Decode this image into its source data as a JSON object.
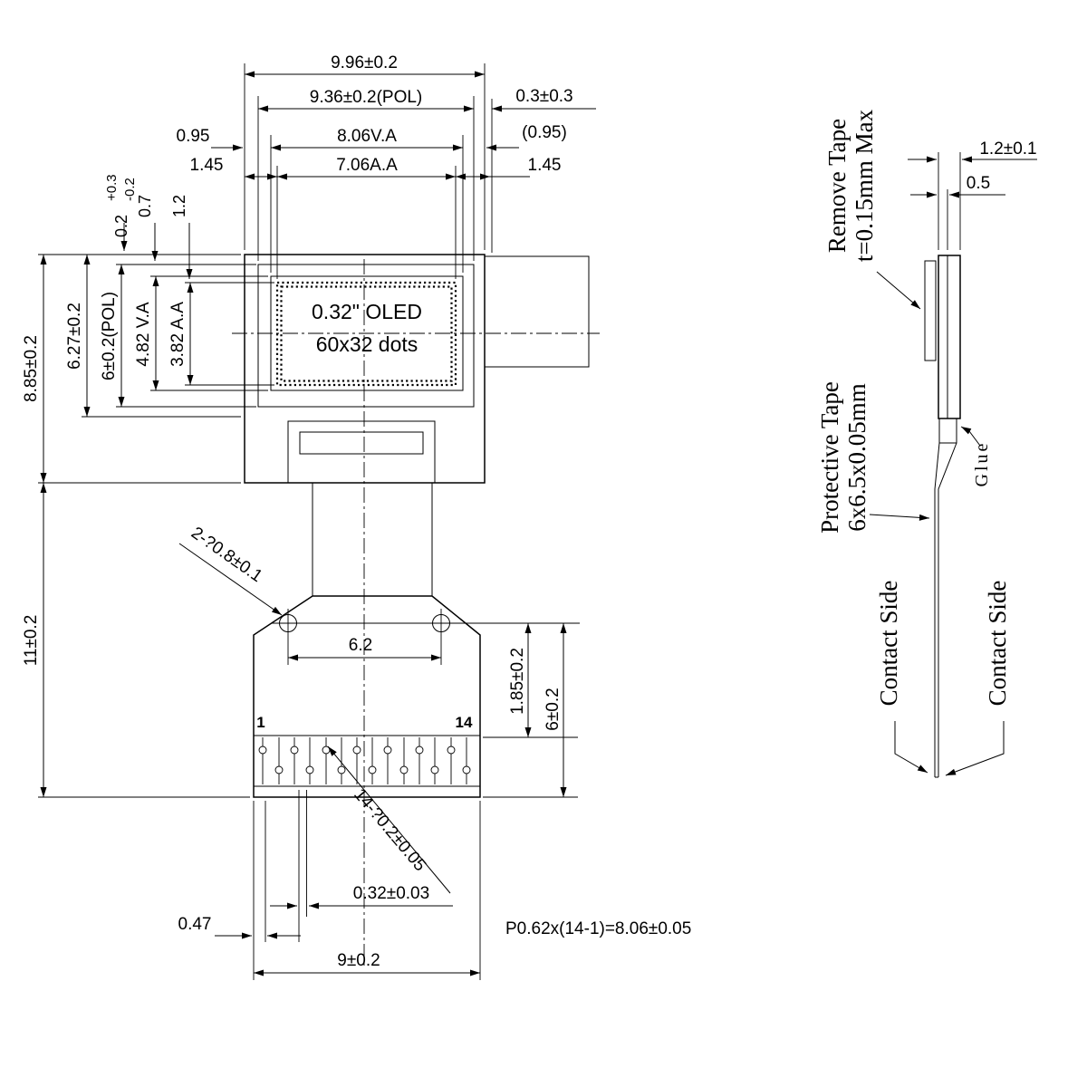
{
  "front": {
    "oled_line1": "0.32\" OLED",
    "oled_line2": "60x32 dots",
    "pin1": "1",
    "pin14": "14"
  },
  "dims_top": {
    "outer_width": "9.96±0.2",
    "pol_width": "9.36±0.2(POL)",
    "edge_gap": "0.3±0.3",
    "margin_left": "0.95",
    "va_width": "8.06V.A",
    "margin_right": "(0.95)",
    "inner_left": "1.45",
    "aa_width": "7.06A.A",
    "inner_right": "1.45",
    "offset_nom": "0.2",
    "offset_plus": "+0.3",
    "offset_minus": "-0.2",
    "offset_07": "0.7",
    "offset_12": "1.2"
  },
  "dims_left": {
    "glass_height": "8.85±0.2",
    "panel_height": "6.27±0.2",
    "pol_height": "6±0.2(POL)",
    "va_height": "4.82 V.A",
    "aa_height": "3.82 A.A",
    "fpc_length": "11±0.2"
  },
  "dims_fpc": {
    "holes_callout": "2-?0.8±0.1",
    "hole_pitch": "6.2",
    "pad_dim1": "1.85±0.2",
    "pad_dim2": "6±0.2",
    "pads_callout": "14-?0.2±0.05",
    "pad_width": "0.32±0.03",
    "pad_margin": "0.47",
    "pitch_formula": "P0.62x(14-1)=8.06±0.05",
    "fpc_width": "9±0.2"
  },
  "side": {
    "remove_tape1": "Remove Tape",
    "remove_tape2": "t=0.15mm Max",
    "total_thickness": "1.2±0.1",
    "half_thickness": "0.5",
    "protective_tape1": "Protective Tape",
    "protective_tape2": "6x6.5x0.05mm",
    "glue": "Glue",
    "contact_side_a": "Contact Side",
    "contact_side_b": "Contact Side"
  }
}
